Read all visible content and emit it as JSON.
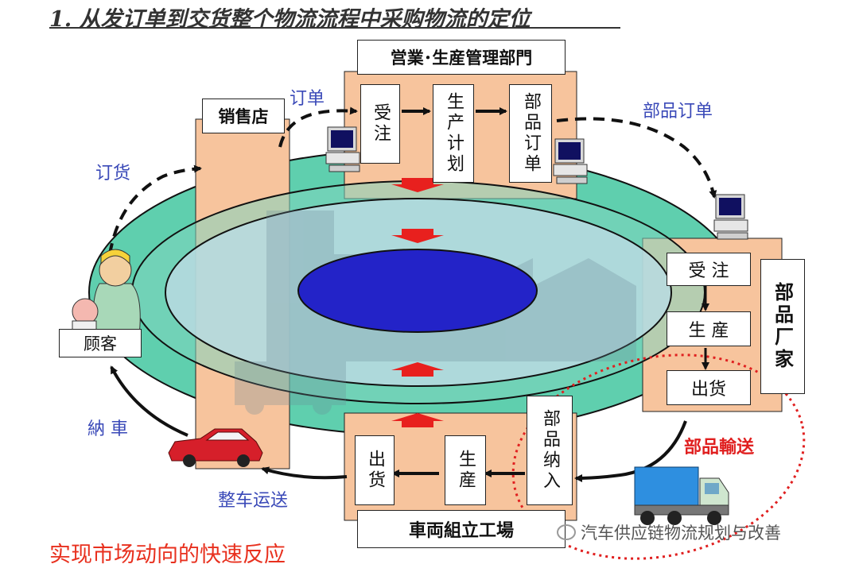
{
  "title": "1. 从发订单到交货整个物流流程中采购物流的定位",
  "subtitle": "实现市场动向的快速反应",
  "watermark": "汽车供应链物流规划与改善",
  "colors": {
    "outer_ring": "#5fcfae",
    "inner_ring": "#a9d6dd",
    "core": "#2323c8",
    "panel": "#f7c49d",
    "blue_text": "#3a49b8",
    "red_text": "#e02020",
    "arrow_red": "#e8201e",
    "highlight_circle": "#e02020"
  },
  "nodes": {
    "sales_store": "销售店",
    "hq_dept": "営業･生産管理部門",
    "receive_order": "受注",
    "production_plan": "生产计划",
    "parts_order_box": "部品订单",
    "supplier": "部品厂家",
    "supplier_receive": "受 注",
    "supplier_produce": "生 産",
    "supplier_ship": "出货",
    "parts_receive": "部品纳入",
    "assembly_produce": "生産",
    "assembly_ship": "出货",
    "assembly_plant": "車両組立工場",
    "customer": "顾客"
  },
  "flow_labels": {
    "order": "订单",
    "ordering": "订货",
    "parts_order": "部品订单",
    "parts_transport": "部品輸送",
    "vehicle_delivery": "納 車",
    "vehicle_transport": "整车运送"
  },
  "icons": [
    "computer-icon",
    "computer-icon",
    "computer-icon",
    "car-icon",
    "truck-icon",
    "customer-icon",
    "factory-icon",
    "wechat-icon"
  ]
}
